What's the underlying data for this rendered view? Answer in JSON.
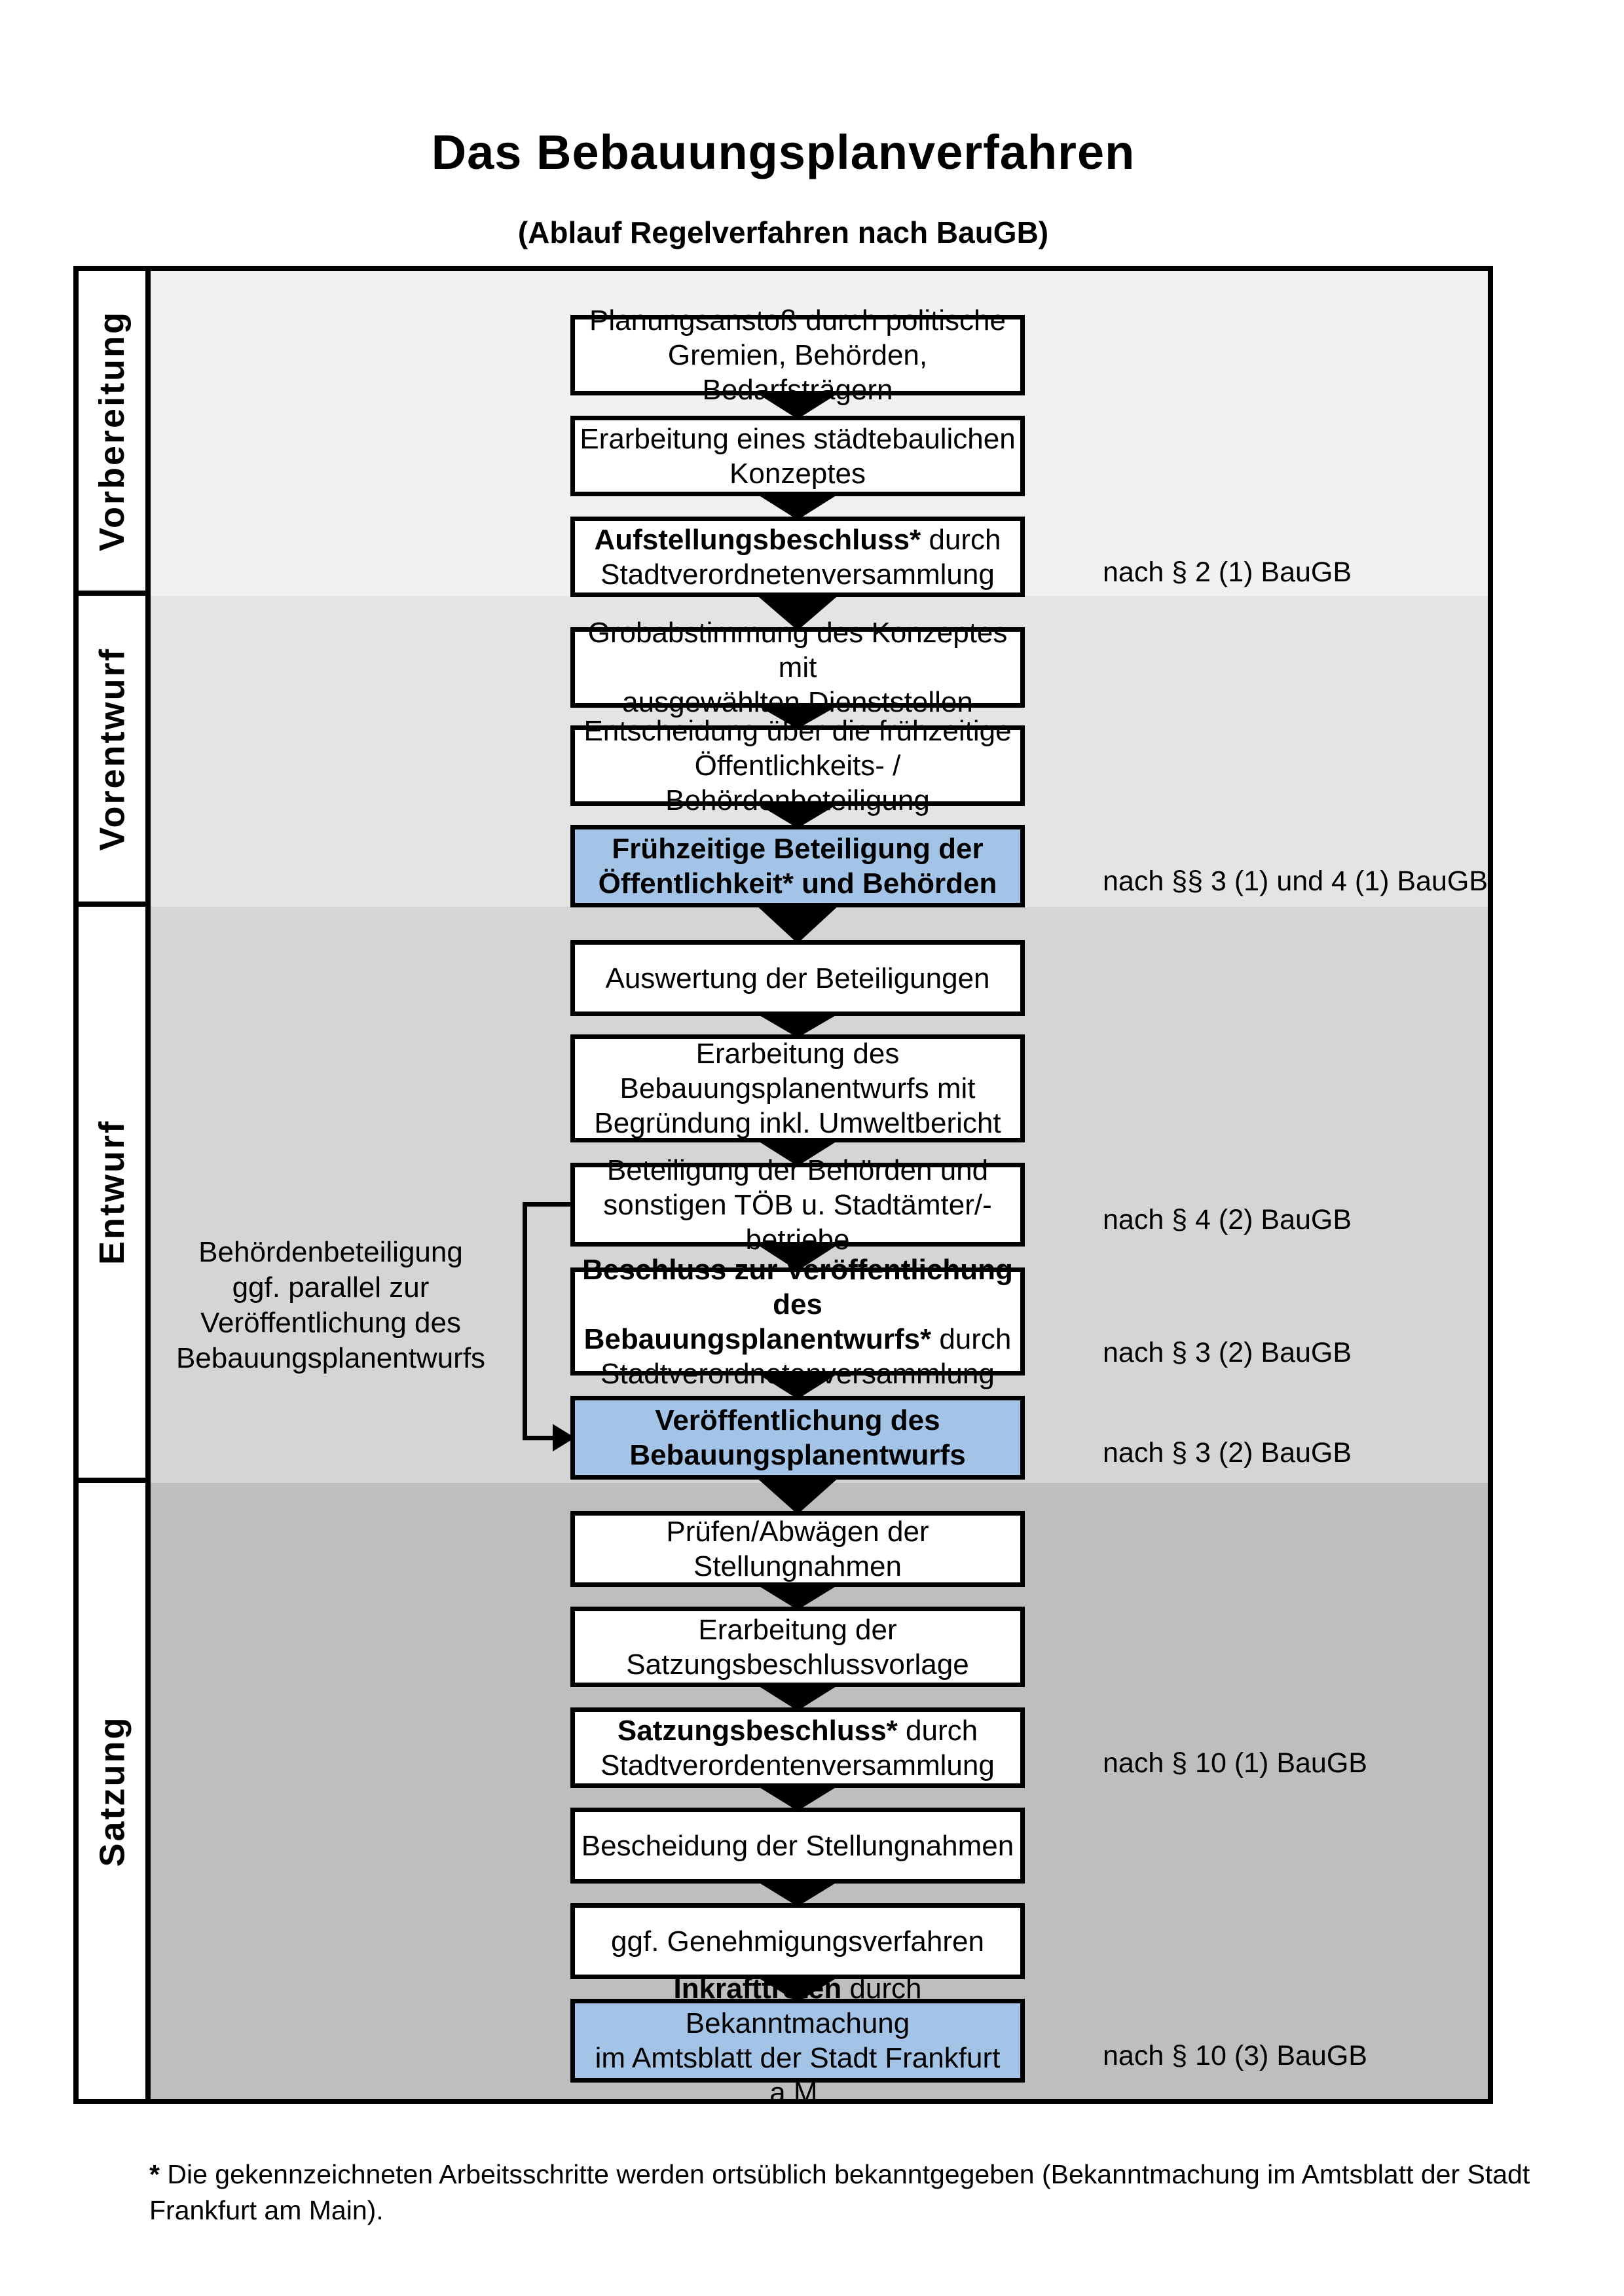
{
  "title": "Das Bebauungsplanverfahren",
  "subtitle": "(Ablauf Regelverfahren nach BauGB)",
  "colors": {
    "highlight_blue": "#a3c4e6",
    "phase_backgrounds": [
      "#f1f1f1",
      "#e4e4e4",
      "#d5d5d5",
      "#bebebe"
    ],
    "box_border": "#000000"
  },
  "phases": [
    {
      "label": "Vorbereitung"
    },
    {
      "label": "Vorentwurf"
    },
    {
      "label": "Entwurf"
    },
    {
      "label": "Satzung"
    }
  ],
  "steps": [
    {
      "highlight": false,
      "lines": [
        [
          {
            "text": "Planungsanstoß durch politische"
          }
        ],
        [
          {
            "text": "Gremien, Behörden, Bedarfsträgern"
          }
        ]
      ]
    },
    {
      "highlight": false,
      "lines": [
        [
          {
            "text": "Erarbeitung eines städtebaulichen"
          }
        ],
        [
          {
            "text": "Konzeptes"
          }
        ]
      ]
    },
    {
      "highlight": false,
      "lines": [
        [
          {
            "text": "Aufstellungsbeschluss*",
            "bold": true
          },
          {
            "text": " durch"
          }
        ],
        [
          {
            "text": "Stadtverordnetenversammlung"
          }
        ]
      ],
      "annotation": "nach § 2 (1) BauGB"
    },
    {
      "highlight": false,
      "lines": [
        [
          {
            "text": "Grobabstimmung des Konzeptes mit"
          }
        ],
        [
          {
            "text": "ausgewählten Dienststellen"
          }
        ]
      ]
    },
    {
      "highlight": false,
      "lines": [
        [
          {
            "text": "Entscheidung über die frühzeitige"
          }
        ],
        [
          {
            "text": "Öffentlichkeits- / Behördenbeteiligung"
          }
        ]
      ]
    },
    {
      "highlight": true,
      "lines": [
        [
          {
            "text": "Frühzeitige Beteiligung der",
            "bold": true
          }
        ],
        [
          {
            "text": "Öffentlichkeit* und Behörden",
            "bold": true
          }
        ]
      ],
      "annotation": "nach §§ 3 (1) und 4 (1) BauGB"
    },
    {
      "highlight": false,
      "lines": [
        [
          {
            "text": "Auswertung der Beteiligungen"
          }
        ]
      ]
    },
    {
      "highlight": false,
      "lines": [
        [
          {
            "text": "Erarbeitung des"
          }
        ],
        [
          {
            "text": "Bebauungsplanentwurfs mit"
          }
        ],
        [
          {
            "text": "Begründung inkl. Umweltbericht"
          }
        ]
      ]
    },
    {
      "highlight": false,
      "lines": [
        [
          {
            "text": "Beteiligung der Behörden und"
          }
        ],
        [
          {
            "text": "sonstigen TÖB u. Stadtämter/-betriebe"
          }
        ]
      ],
      "annotation": "nach § 4 (2) BauGB"
    },
    {
      "highlight": false,
      "lines": [
        [
          {
            "text": "Beschluss zur Veröffentlichung des",
            "bold": true
          }
        ],
        [
          {
            "text": "Bebauungsplanentwurfs*",
            "bold": true
          },
          {
            "text": " durch"
          }
        ],
        [
          {
            "text": "Stadtverordnetenversammlung"
          }
        ]
      ],
      "annotation": "nach § 3 (2) BauGB"
    },
    {
      "highlight": true,
      "lines": [
        [
          {
            "text": "Veröffentlichung des",
            "bold": true
          }
        ],
        [
          {
            "text": "Bebauungsplanentwurfs",
            "bold": true
          }
        ]
      ],
      "annotation": "nach § 3 (2) BauGB"
    },
    {
      "highlight": false,
      "lines": [
        [
          {
            "text": "Prüfen/Abwägen der Stellungnahmen"
          }
        ]
      ]
    },
    {
      "highlight": false,
      "lines": [
        [
          {
            "text": "Erarbeitung der"
          }
        ],
        [
          {
            "text": "Satzungsbeschlussvorlage"
          }
        ]
      ]
    },
    {
      "highlight": false,
      "lines": [
        [
          {
            "text": "Satzungsbeschluss*",
            "bold": true
          },
          {
            "text": " durch"
          }
        ],
        [
          {
            "text": "Stadtverordentenversammlung"
          }
        ]
      ],
      "annotation": "nach § 10 (1) BauGB"
    },
    {
      "highlight": false,
      "lines": [
        [
          {
            "text": "Bescheidung der Stellungnahmen"
          }
        ]
      ]
    },
    {
      "highlight": false,
      "lines": [
        [
          {
            "text": "ggf. Genehmigungsverfahren"
          }
        ]
      ]
    },
    {
      "highlight": true,
      "lines": [
        [
          {
            "text": "Inkrafttreten",
            "bold": true
          },
          {
            "text": " durch Bekanntmachung"
          }
        ],
        [
          {
            "text": "im Amtsblatt der Stadt Frankfurt a.M."
          }
        ]
      ],
      "annotation": "nach § 10 (3) BauGB"
    }
  ],
  "side_note": {
    "lines": [
      "Behördenbeteiligung",
      "ggf. parallel zur",
      "Veröffentlichung des",
      "Bebauungsplanentwurfs"
    ]
  },
  "footnote": {
    "lines": [
      [
        {
          "text": "*",
          "bold": true
        },
        {
          "text": " Die gekennzeichneten Arbeitsschritte werden ortsüblich bekanntgegeben (Bekanntmachung im Amtsblatt  der Stadt"
        }
      ],
      [
        {
          "text": "Frankfurt am Main)."
        }
      ]
    ]
  }
}
